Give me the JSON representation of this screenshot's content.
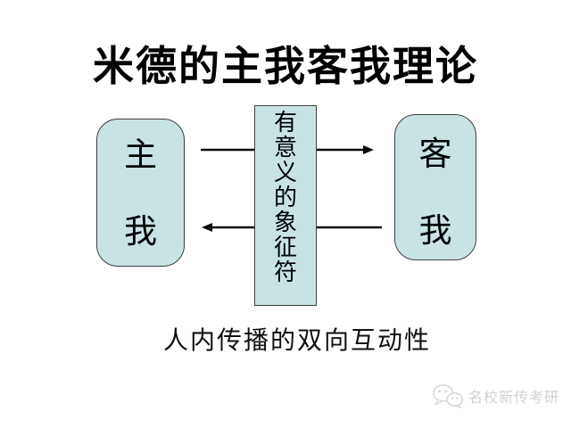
{
  "slide": {
    "title": "米德的主我客我理论",
    "caption": "人内传播的双向互动性"
  },
  "diagram": {
    "left_box": {
      "label": "主我",
      "chars": [
        "主",
        "我"
      ]
    },
    "center_box": {
      "label": "有意义的象征符",
      "chars": [
        "有",
        "意",
        "义",
        "的",
        "象",
        "征",
        "符"
      ]
    },
    "right_box": {
      "label": "客我",
      "chars": [
        "客",
        "我"
      ]
    },
    "arrows": [
      {
        "from": "left_box",
        "to": "right_box",
        "direction": "right"
      },
      {
        "from": "right_box",
        "to": "left_box",
        "direction": "left"
      }
    ]
  },
  "watermark": {
    "icon": "wechat-icon",
    "text": "名校新传考研"
  },
  "colors": {
    "background": "#ffffff",
    "box_fill": "#c9e3e5",
    "box_border": "#3f3f3f",
    "arrow": "#0a0a0a",
    "text": "#000000",
    "watermark": "#d2d2d2"
  }
}
